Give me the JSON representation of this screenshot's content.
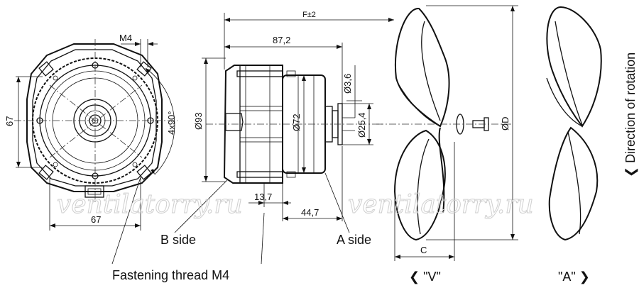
{
  "watermark": "ventilatorry.ru",
  "front_view": {
    "dim_width": "67",
    "dim_height": "67",
    "dim_thread": "M4",
    "dim_holes": "4x90°"
  },
  "side_view": {
    "dim_f": "F±2",
    "dim_length": "87,2",
    "dim_dia_93": "Ø93",
    "dim_dia_72": "Ø72",
    "dim_dia_254": "Ø25,4",
    "dim_dia_36": "Ø3,6",
    "dim_137": "13,7",
    "dim_447": "44,7",
    "label_b_side": "B side",
    "label_a_side": "A side",
    "label_thread": "Fastening thread M4"
  },
  "blade_views": {
    "dim_c": "C",
    "dim_d": "ØD",
    "label_v": "❮ \"V\"",
    "label_a": "\"A\" ❯",
    "direction": "❮ Direction of rotation"
  }
}
